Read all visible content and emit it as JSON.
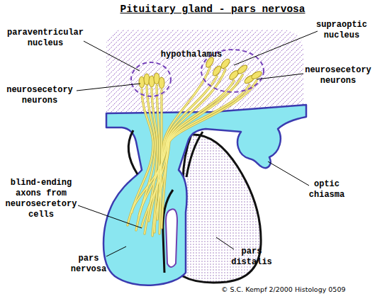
{
  "diagram": {
    "title": "Pituitary gland - pars nervosa",
    "labels": [
      "paraventricular nucleus",
      "hypothalamus",
      "supraoptic nucleus",
      "neurosecetory neurons",
      "neurosecetory neurons",
      "blind-ending axons from neurosecretory cells",
      "optic chiasma",
      "pars distalis",
      "pars nervosa",
      "© S.C. Kempf 2/2000 Histology 0509"
    ]
  }
}
